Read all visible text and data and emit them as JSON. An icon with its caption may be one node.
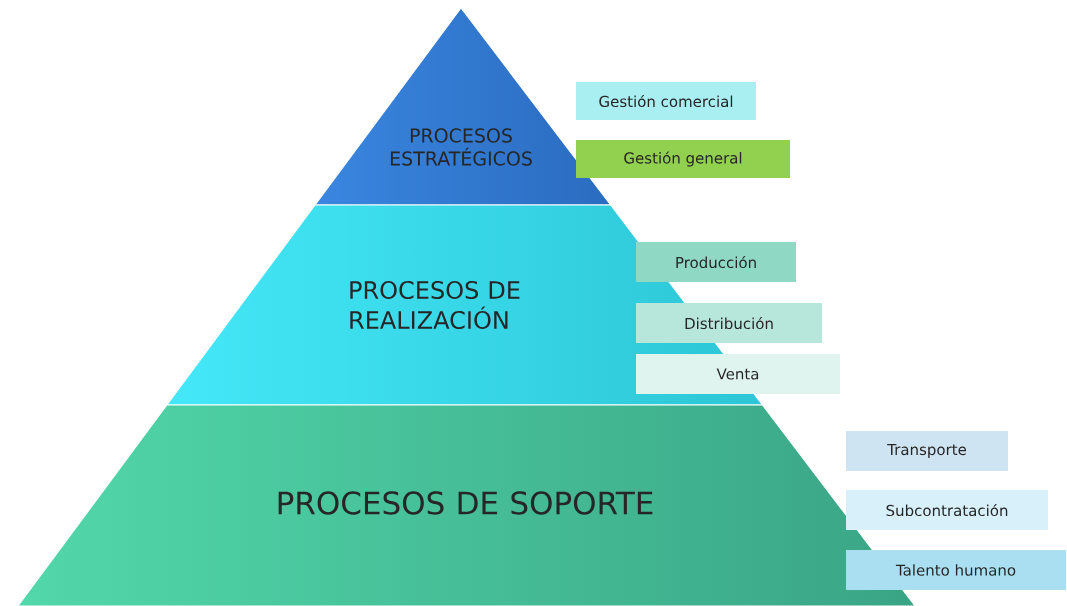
{
  "diagram": {
    "nodes": [
      {
        "text": [
          "PROCESOS ESTRATÉGICOS"
        ]
      },
      {
        "text": [
          "Gestión comercial"
        ]
      },
      {
        "text": [
          "Gestión general"
        ]
      },
      {
        "text": [
          "PROCESOS DE REALIZACIÓN"
        ]
      },
      {
        "text": [
          "Producción"
        ]
      },
      {
        "text": [
          "Distribución"
        ]
      },
      {
        "text": [
          "Venta"
        ]
      },
      {
        "text": [
          "PROCESOS DE SOPORTE"
        ]
      },
      {
        "text": [
          "Transporte"
        ]
      },
      {
        "text": [
          "Subcontratación"
        ]
      },
      {
        "text": [
          "Talento humano"
        ]
      }
    ]
  }
}
